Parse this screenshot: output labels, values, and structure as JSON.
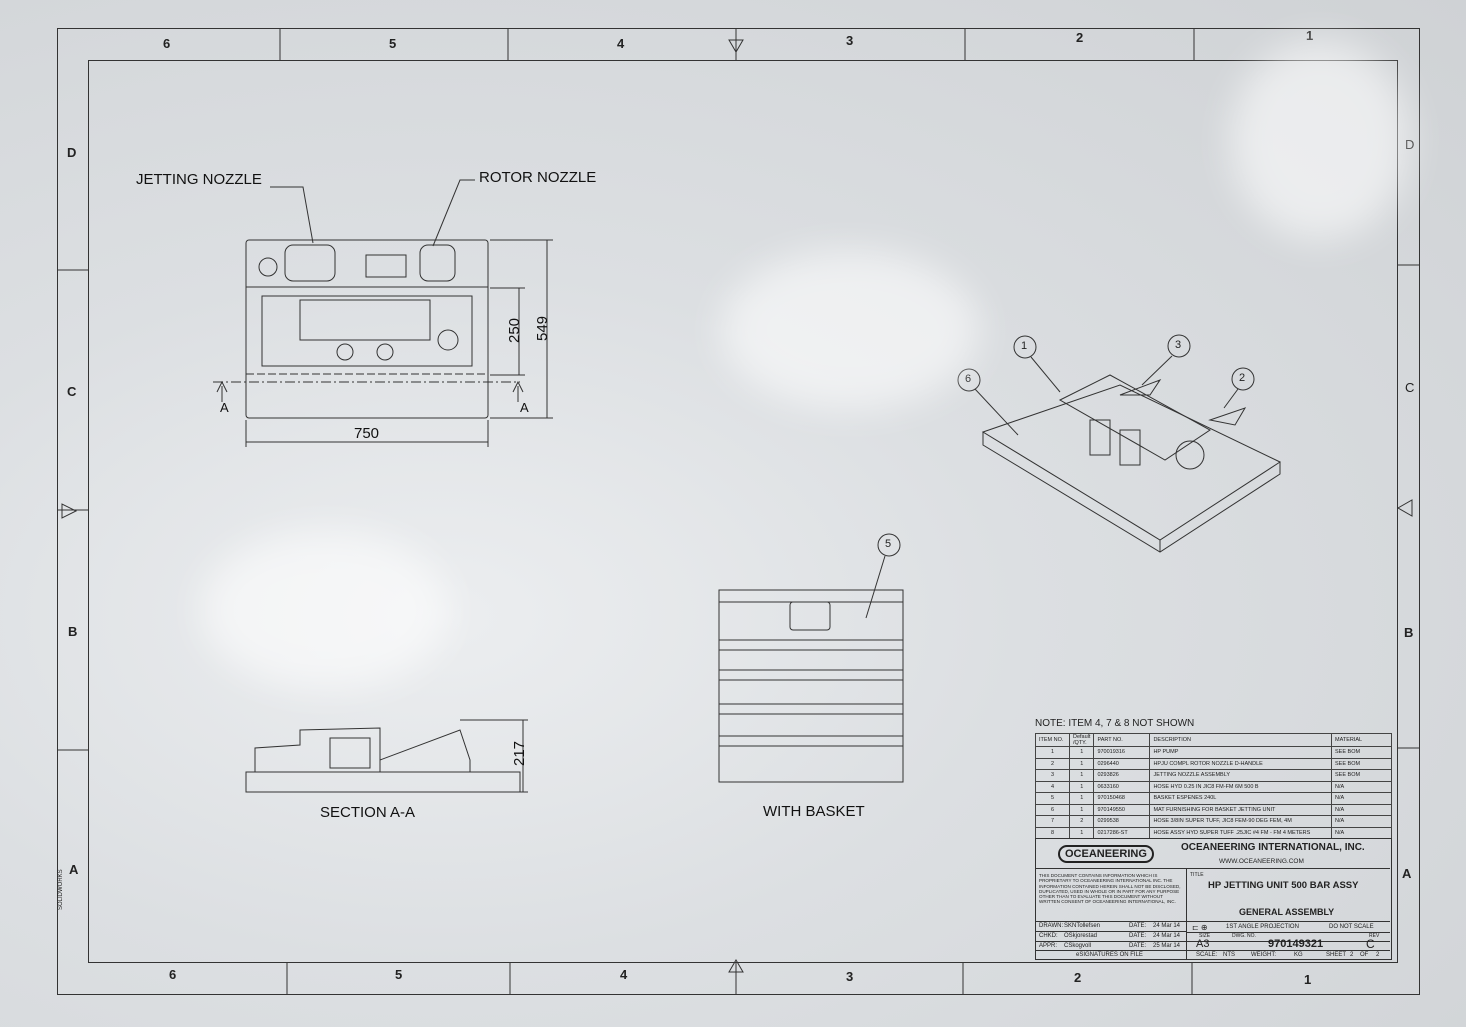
{
  "zones": {
    "columns": [
      "6",
      "5",
      "4",
      "3",
      "2",
      "1"
    ],
    "rows": [
      "D",
      "C",
      "B",
      "A"
    ]
  },
  "labels": {
    "jetting_nozzle": "JETTING NOZZLE",
    "rotor_nozzle": "ROTOR NOZZLE",
    "dim_250": "250",
    "dim_549": "549",
    "dim_750": "750",
    "dim_217": "217",
    "section_mark": "A",
    "section_title": "SECTION A-A",
    "with_basket": "WITH BASKET",
    "solidworks": "SOLIDWORKS"
  },
  "balloons": [
    "1",
    "2",
    "3",
    "5",
    "6"
  ],
  "bom": {
    "note": "NOTE: ITEM 4, 7 & 8 NOT SHOWN",
    "headers": [
      "ITEM NO.",
      "Default /QTY.",
      "PART NO.",
      "DESCRIPTION",
      "MATERIAL"
    ],
    "rows": [
      [
        "1",
        "1",
        "970019316",
        "HP PUMP",
        "SEE BOM"
      ],
      [
        "2",
        "1",
        "0296440",
        "HPJU COMPL ROTOR NOZZLE D-HANDLE",
        "SEE BOM"
      ],
      [
        "3",
        "1",
        "0293826",
        "JETTING NOZZLE ASSEMBLY",
        "SEE BOM"
      ],
      [
        "4",
        "1",
        "0633160",
        "HOSE HYD 0.25 IN JIC8 FM-FM 6M 500 B",
        "N/A"
      ],
      [
        "5",
        "1",
        "970150468",
        "BASKET ESPENES 240L",
        "N/A"
      ],
      [
        "6",
        "1",
        "970149550",
        "MAT FURNISHING FOR BASKET JETTING UNIT",
        "N/A"
      ],
      [
        "7",
        "2",
        "0299538",
        "HOSE 3/8IN SUPER TUFF, JIC8 FEM-90 DEG FEM, 4M",
        "N/A"
      ],
      [
        "8",
        "1",
        "0217286-ST",
        "HOSE ASSY HYD SUPER TUFF .25JIC #4 FM - FM 4 METERS",
        "N/A"
      ]
    ]
  },
  "title_block": {
    "logo": "OCEANEERING",
    "company": "OCEANEERING INTERNATIONAL, INC.",
    "website": "WWW.OCEANEERING.COM",
    "proprietary": "THIS DOCUMENT CONTAINS INFORMATION WHICH IS PROPRIETARY TO OCEANEERING INTERNATIONAL INC. THE INFORMATION CONTAINED HEREIN SHALL NOT BE DISCLOSED, DUPLICATED, USED IN WHOLE OR IN PART FOR ANY PURPOSE OTHER THAN TO EVALUATE THIS DOCUMENT WITHOUT WRITTEN CONSENT OF OCEANEERING INTERNATIONAL, INC.",
    "title_label": "TITLE",
    "title": "HP JETTING UNIT 500 BAR ASSY",
    "subtitle": "GENERAL ASSEMBLY",
    "drawn_label": "DRAWN:",
    "drawn": "SKNTollefsen",
    "chkd_label": "CHKD:",
    "chkd": "OSkjorestad",
    "appr_label": "APPR:",
    "appr": "CSkogvoll",
    "date_label": "DATE:",
    "drawn_date": "24 Mar 14",
    "chkd_date": "24 Mar 14",
    "appr_date": "25 Mar 14",
    "esignatures": "eSIGNATURES ON FILE",
    "projection": "1ST ANGLE PROJECTION",
    "do_not_scale": "DO NOT SCALE",
    "size_label": "SIZE",
    "size": "A3",
    "dwg_label": "DWG. NO.",
    "dwg_no": "970149321",
    "rev_label": "REV",
    "rev": "C",
    "scale_label": "SCALE:",
    "scale": "NTS",
    "weight_label": "WEIGHT:",
    "weight_unit": "KG",
    "sheet_label": "SHEET",
    "sheet": "2",
    "of_label": "OF",
    "sheets": "2"
  }
}
